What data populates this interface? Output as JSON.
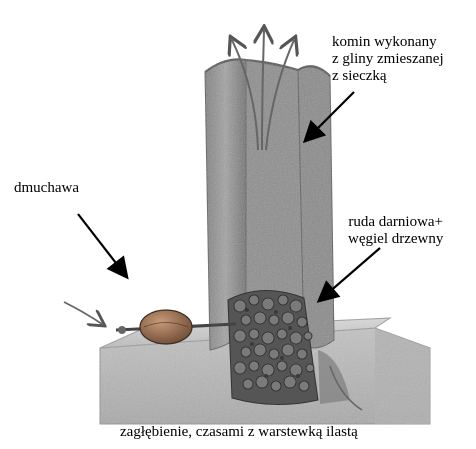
{
  "labels": {
    "chimney": [
      "komin wykonany",
      "z gliny zmieszanej",
      " z sieczką"
    ],
    "ore": [
      "ruda darniowa+",
      "węgiel drzewny"
    ],
    "bellows": "dmuchawa",
    "hollow": "zagłębienie, czasami z warstewką ilastą"
  },
  "icons": [
    "heat-arrows-icon",
    "bellows-icon",
    "chimney-icon",
    "ore-charcoal-icon",
    "ground-block-icon",
    "label-arrow-icon"
  ],
  "colors": {
    "clay": "#9a9a9a",
    "clay_dark": "#6a6a6a",
    "ground": "#c8c8c8",
    "bellows": "#8a6a50",
    "arrow": "#000000",
    "ink": "#000000"
  }
}
